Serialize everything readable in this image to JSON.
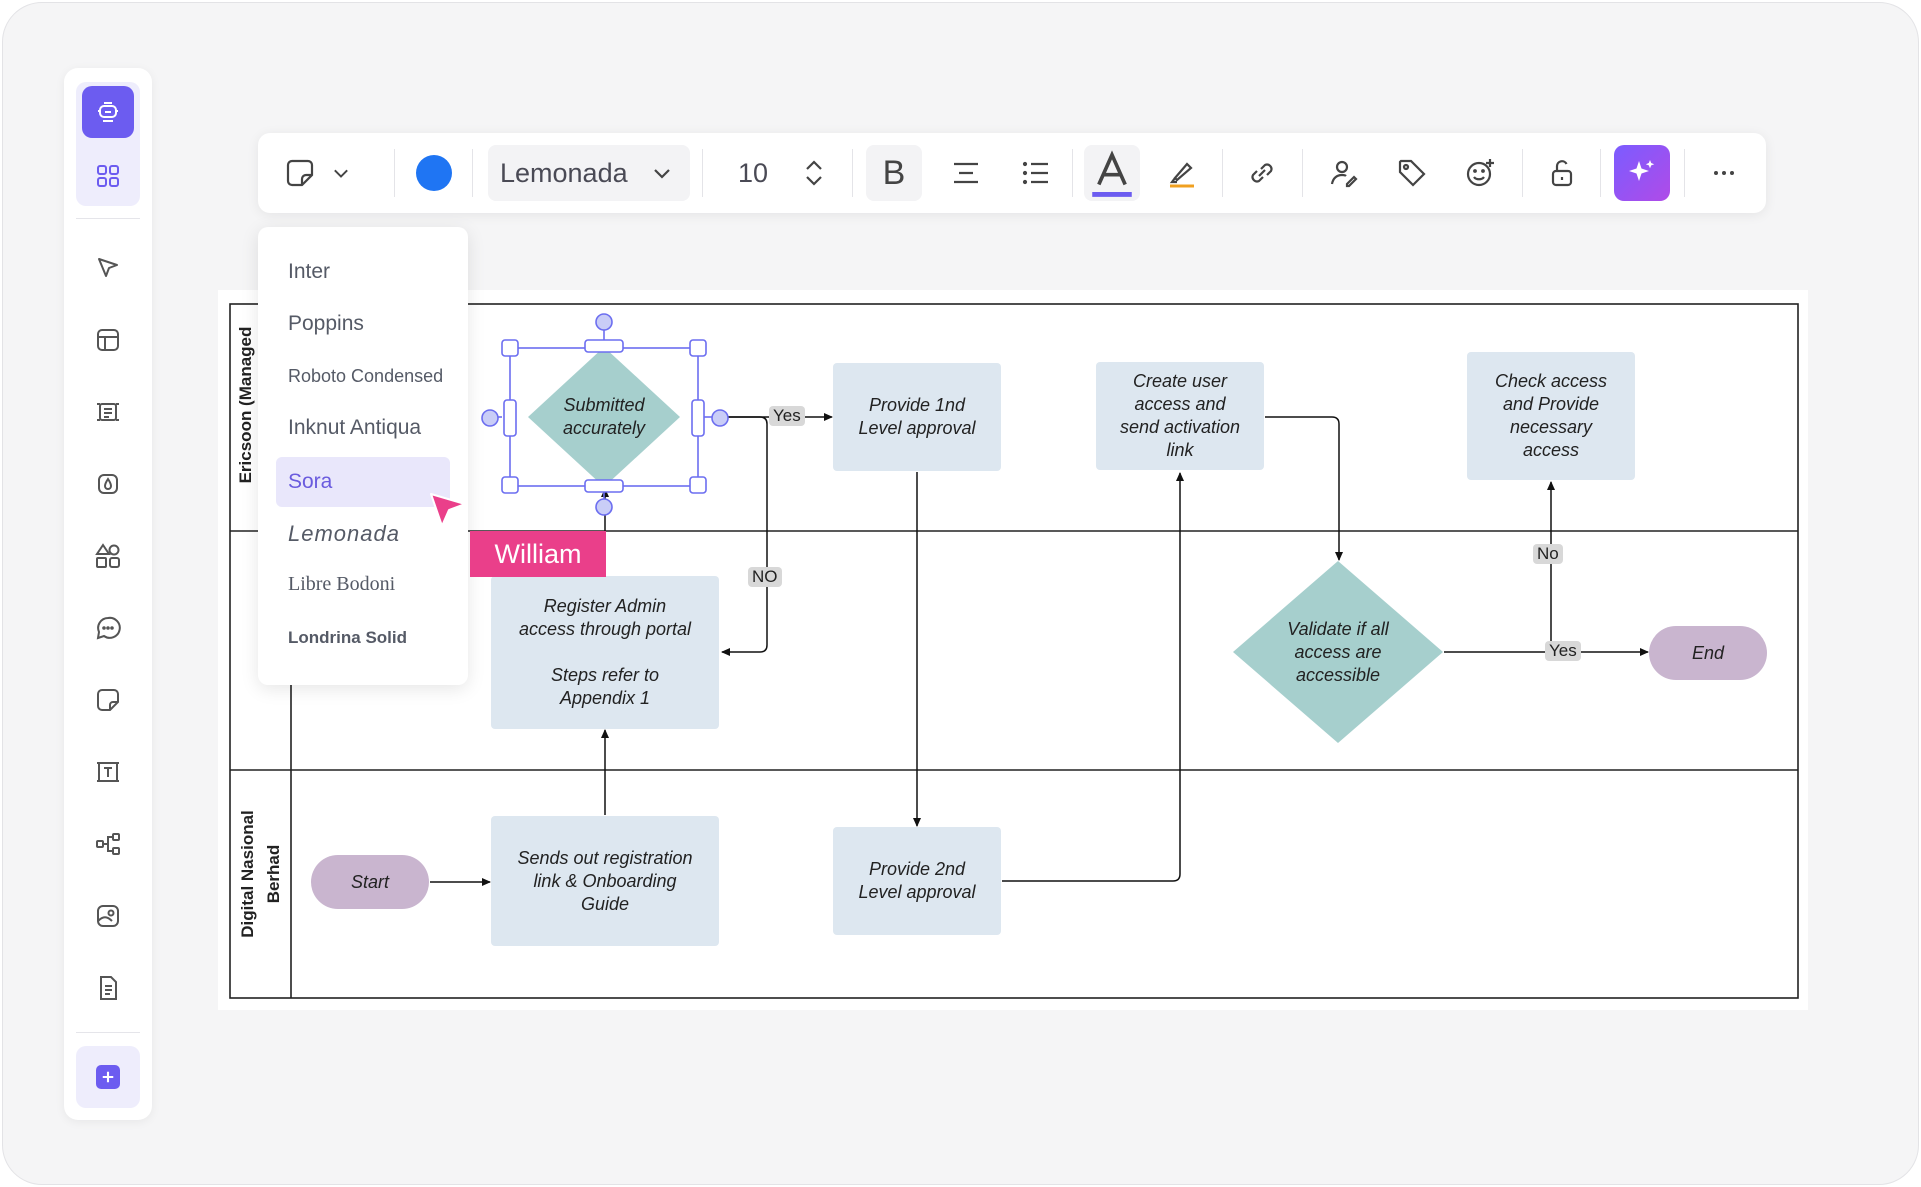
{
  "colors": {
    "accent": "#6c5cf0",
    "fill_color_swatch": "#1f75f3",
    "process_node": "#dde7f0",
    "decision_node": "#a6cfcd",
    "terminal_node": "#c9b5cf",
    "collaborator": "#ea3f8a",
    "selection": "#6c6ef0"
  },
  "sidebar": {
    "items": [
      {
        "icon": "robot-icon",
        "active": true
      },
      {
        "icon": "apps-grid-icon"
      },
      {
        "icon": "pointer-icon"
      },
      {
        "icon": "layout-icon"
      },
      {
        "icon": "frame-icon"
      },
      {
        "icon": "eraser-icon"
      },
      {
        "icon": "shapes-icon"
      },
      {
        "icon": "comment-icon"
      },
      {
        "icon": "sticky-note-icon"
      },
      {
        "icon": "text-box-icon"
      },
      {
        "icon": "mindmap-icon"
      },
      {
        "icon": "media-icon"
      },
      {
        "icon": "document-icon"
      }
    ],
    "add_icon": "plus-icon"
  },
  "toolbar": {
    "shape_icon": "sticky-shape-icon",
    "font_family": "Lemonada",
    "font_size": "10",
    "bold_label": "B",
    "icons": [
      "align-center-icon",
      "list-icon",
      "text-color-icon",
      "highlight-icon",
      "link-icon",
      "assign-user-icon",
      "tag-icon",
      "emoji-add-icon",
      "unlock-icon",
      "ai-sparkle-icon",
      "more-icon"
    ]
  },
  "font_dropdown": {
    "options": [
      "Inter",
      "Poppins",
      "Roboto Condensed",
      "Inknut Antiqua",
      "Sora",
      "Lemonada",
      "Libre Bodoni",
      "Londrina Solid"
    ],
    "highlighted": "Sora"
  },
  "collaborator": {
    "name": "William"
  },
  "diagram": {
    "lanes": [
      {
        "label": "Ericsoon (Managed"
      },
      {
        "label": ""
      },
      {
        "label": "Digital Nasional\nBerhad"
      }
    ],
    "nodes": {
      "submitted": "Submitted\naccurately",
      "first_approval": "Provide 1nd\nLevel approval",
      "create_user": "Create user\naccess and\nsend activation\nlink",
      "check_access": "Check access\nand Provide\nnecessary\naccess",
      "register_admin": "Register Admin\naccess through portal\n\nSteps refer to\nAppendix 1",
      "validate": "Validate if all\naccess are\naccessible",
      "end": "End",
      "start": "Start",
      "sends_out": "Sends out registration\nlink & Onboarding\nGuide",
      "second_approval": "Provide 2nd\nLevel approval"
    },
    "edge_labels": {
      "yes_top": "Yes",
      "no_left": "NO",
      "no_right": "No",
      "yes_right": "Yes"
    }
  }
}
